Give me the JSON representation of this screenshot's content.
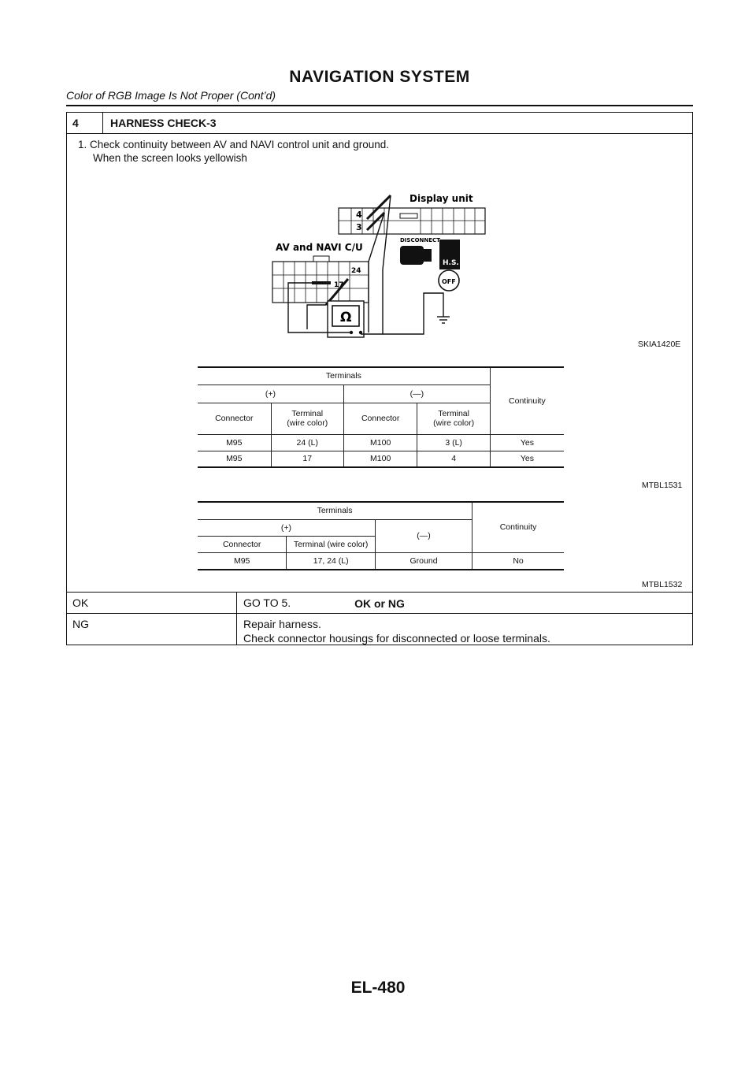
{
  "header": {
    "title": "NAVIGATION SYSTEM",
    "subtitle": "Color of RGB Image Is Not Proper (Cont’d)"
  },
  "step": {
    "number": "4",
    "title": "HARNESS CHECK-3",
    "instruction": "1. Check continuity between AV and NAVI control unit and ground.",
    "condition": "When the screen looks yellowish"
  },
  "diagram": {
    "id": "SKIA1420E",
    "display_unit_label": "Display unit",
    "cu_label": "AV and NAVI C/U",
    "pin_4": "4",
    "pin_3": "3",
    "pin_24": "24",
    "pin_17": "17",
    "disconnect_label": "DISCONNECT",
    "hs_label": "H.S.",
    "off_label": "OFF",
    "ohm_symbol": "Ω"
  },
  "table1": {
    "id": "MTBL1531",
    "terminals": "Terminals",
    "plus": "(+)",
    "minus": "(—)",
    "continuity": "Continuity",
    "connector": "Connector",
    "terminal_wire_color": "Terminal\n(wire color)",
    "rows": [
      {
        "pos_connector": "M95",
        "pos_terminal": "24 (L)",
        "neg_connector": "M100",
        "neg_terminal": "3 (L)",
        "continuity": "Yes"
      },
      {
        "pos_connector": "M95",
        "pos_terminal": "17",
        "neg_connector": "M100",
        "neg_terminal": "4",
        "continuity": "Yes"
      }
    ]
  },
  "table2": {
    "id": "MTBL1532",
    "terminals": "Terminals",
    "plus": "(+)",
    "minus": "(—)",
    "continuity": "Continuity",
    "connector": "Connector",
    "terminal_wire_color": "Terminal (wire color)",
    "rows": [
      {
        "pos_connector": "M95",
        "pos_terminal": "17, 24 (L)",
        "neg": "Ground",
        "continuity": "No"
      }
    ]
  },
  "ok_or_ng": "OK or NG",
  "results": {
    "ok_label": "OK",
    "ok_action": "GO TO 5.",
    "ng_label": "NG",
    "ng_action_1": "Repair harness.",
    "ng_action_2": "Check connector housings for disconnected or loose terminals."
  },
  "page_number": "EL-480"
}
